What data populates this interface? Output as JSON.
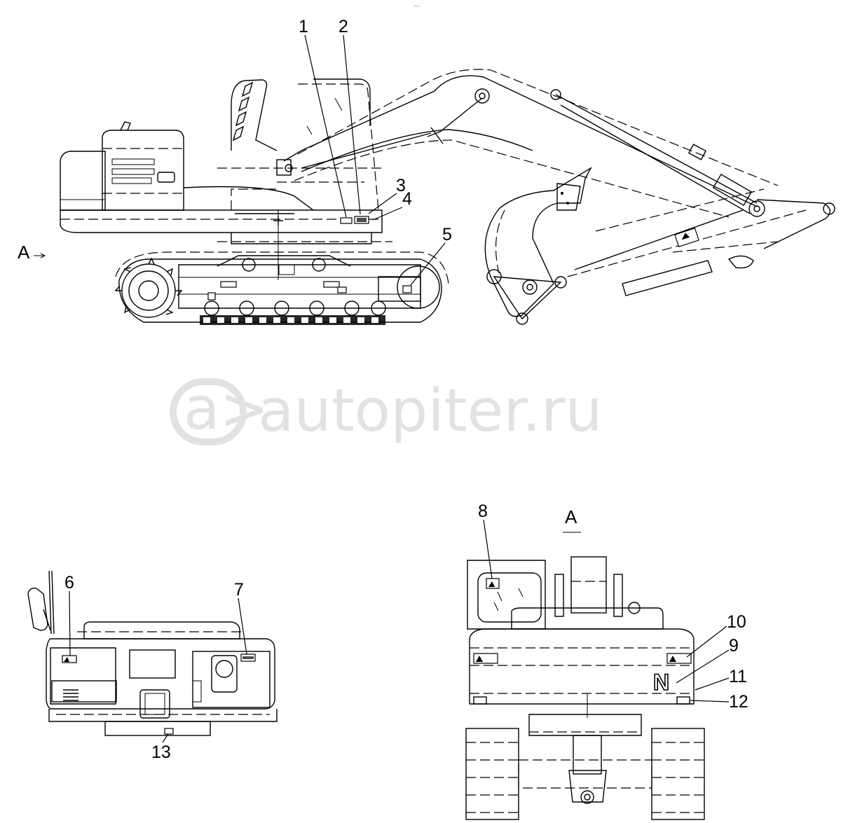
{
  "watermark": {
    "text": "autopiter.ru",
    "logo_glyph": "a>"
  },
  "top_mark": "~-",
  "views": {
    "side_view": {
      "view_arrow_label": "A",
      "callouts": [
        "1",
        "2",
        "3",
        "4",
        "5"
      ]
    },
    "rear_left_view": {
      "callouts": [
        "6",
        "7",
        "13"
      ]
    },
    "view_a": {
      "title": "A",
      "callouts": [
        "8",
        "10",
        "9",
        "11",
        "12"
      ],
      "brand_letter": "N"
    }
  },
  "colors": {
    "line": "#000000",
    "watermark": "#e2e2e2",
    "background": "#ffffff"
  }
}
